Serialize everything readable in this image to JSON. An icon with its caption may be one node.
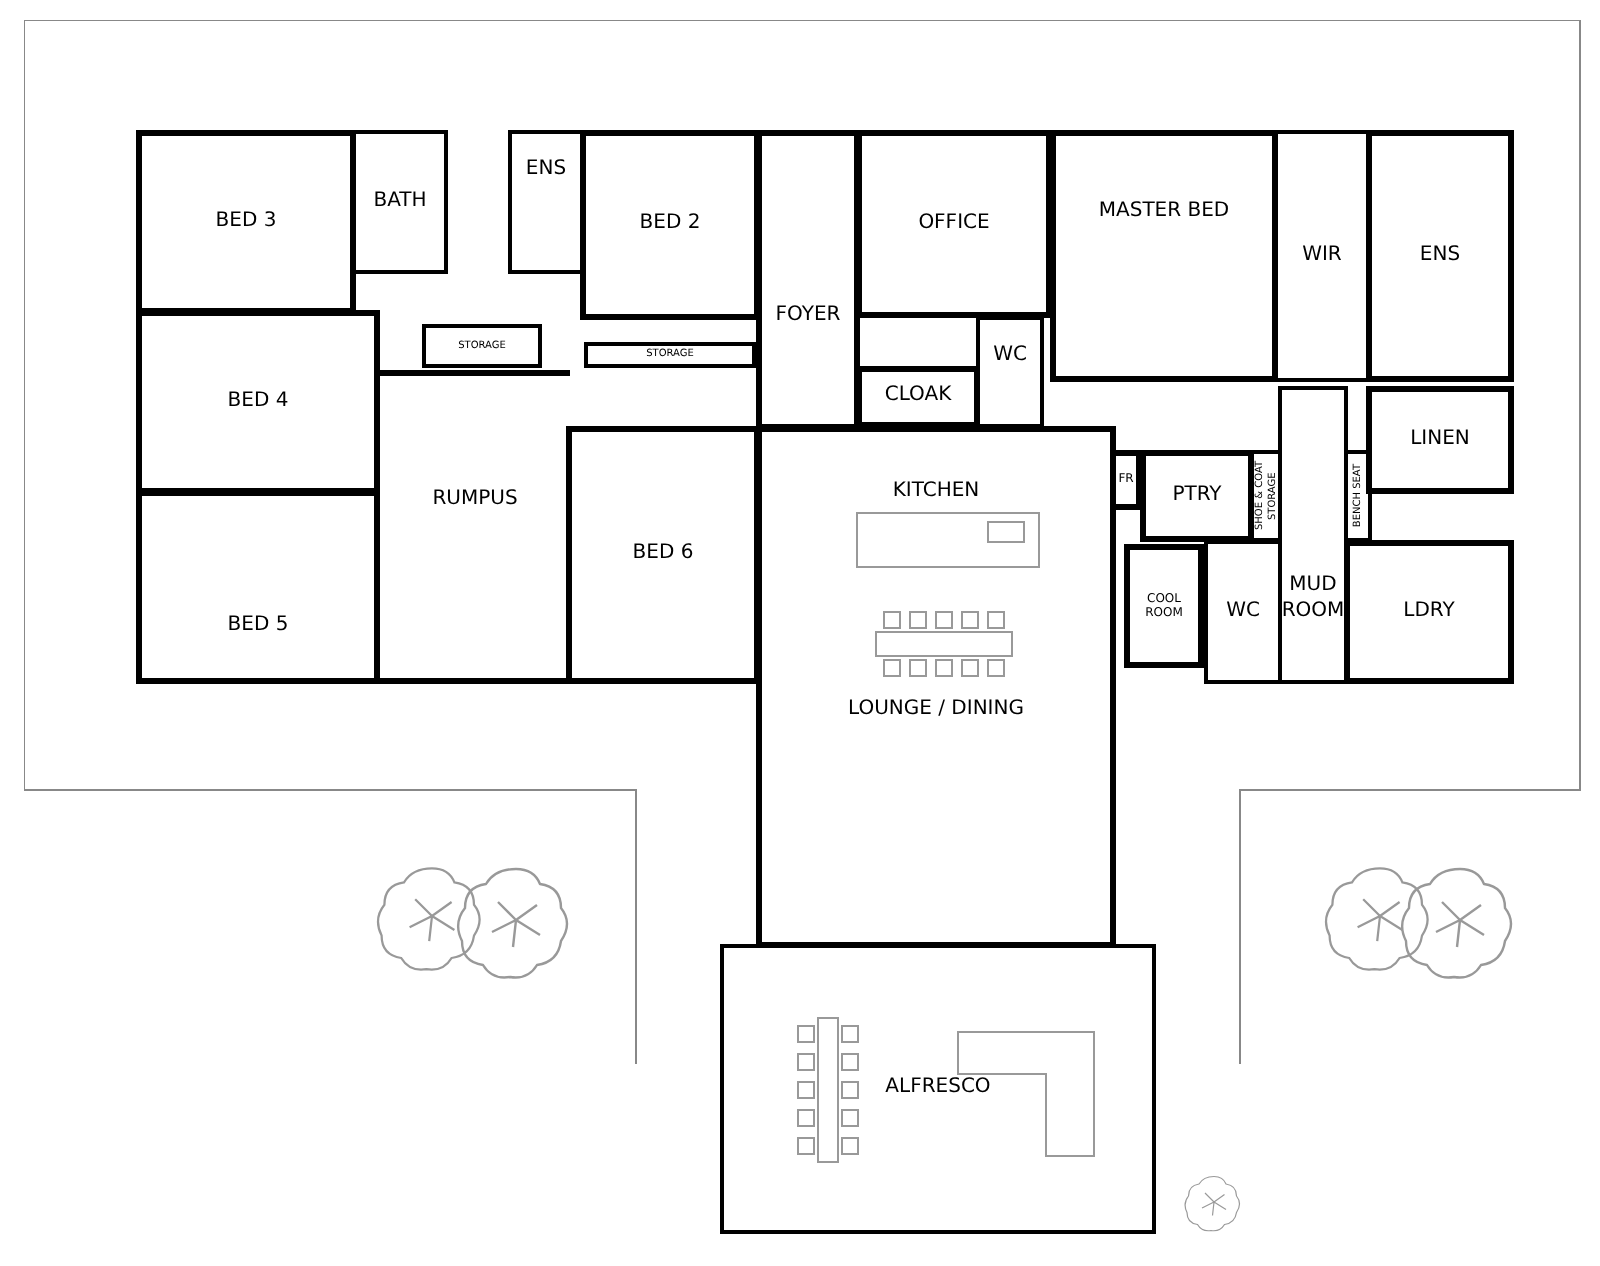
{
  "diagram": {
    "nodes": [
      {
        "text": [
          "BED 3"
        ]
      },
      {
        "text": [
          "BATH"
        ]
      },
      {
        "text": [
          "ENS"
        ]
      },
      {
        "text": [
          "BED 2"
        ]
      },
      {
        "text": [
          "FOYER"
        ]
      },
      {
        "text": [
          "OFFICE"
        ]
      },
      {
        "text": [
          "MASTER BED"
        ]
      },
      {
        "text": [
          "WIR"
        ]
      },
      {
        "text": [
          "ENS"
        ]
      },
      {
        "text": [
          "STORAGE"
        ]
      },
      {
        "text": [
          "STORAGE"
        ]
      },
      {
        "text": [
          "WC"
        ]
      },
      {
        "text": [
          "CLOAK"
        ]
      },
      {
        "text": [
          "BED 4"
        ]
      },
      {
        "text": [
          "KITCHEN"
        ]
      },
      {
        "text": [
          "LINEN"
        ]
      },
      {
        "text": [
          "PTRY"
        ]
      },
      {
        "text": [
          "FR"
        ]
      },
      {
        "text": [
          "SHOE & COAT STORAGE"
        ]
      },
      {
        "text": [
          "BENCH SEAT"
        ]
      },
      {
        "text": [
          "RUMPUS"
        ]
      },
      {
        "text": [
          "BED 6"
        ]
      },
      {
        "text": [
          "COOL ROOM"
        ]
      },
      {
        "text": [
          "WC"
        ]
      },
      {
        "text": [
          "MUD ROOM"
        ]
      },
      {
        "text": [
          "LDRY"
        ]
      },
      {
        "text": [
          "BED 5"
        ]
      },
      {
        "text": [
          "LOUNGE / DINING"
        ]
      },
      {
        "text": [
          "ALFRESCO"
        ]
      }
    ]
  }
}
